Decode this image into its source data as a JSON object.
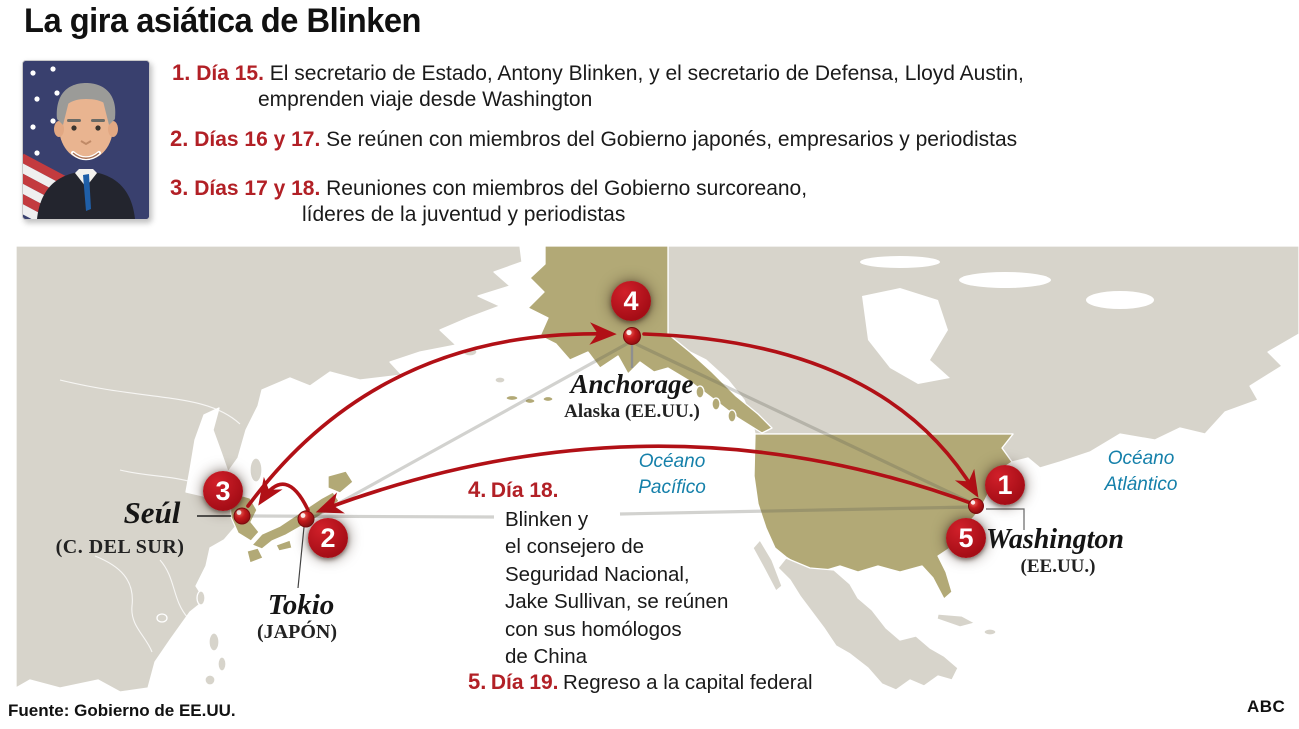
{
  "title": "La gira asiática de Blinken",
  "legend": {
    "items": [
      {
        "num": "1.",
        "days": "Día 15.",
        "line1": "El secretario de Estado, Antony Blinken,  y el secretario de Defensa, Lloyd Austin,",
        "line2": "emprenden viaje desde Washington"
      },
      {
        "num": "2.",
        "days": "Días 16 y 17.",
        "line1": "Se reúnen con miembros del Gobierno japonés, empresarios y periodistas",
        "line2": ""
      },
      {
        "num": "3.",
        "days": "Días 17 y 18.",
        "line1": "Reuniones con miembros del Gobierno surcoreano,",
        "line2": "líderes de la juventud y periodistas"
      }
    ]
  },
  "map": {
    "badges": [
      {
        "n": "1"
      },
      {
        "n": "2"
      },
      {
        "n": "3"
      },
      {
        "n": "4"
      },
      {
        "n": "5"
      }
    ],
    "cities": {
      "anchorage": {
        "name": "Anchorage",
        "sub": "Alaska (EE.UU.)"
      },
      "seoul": {
        "name": "Seúl",
        "sub": "(C. DEL SUR)"
      },
      "tokyo": {
        "name": "Tokio",
        "sub": "(JAPÓN)"
      },
      "washington": {
        "name": "Washington",
        "sub": "(EE.UU.)"
      }
    },
    "oceans": {
      "pacific": [
        "Océano",
        "Pacífico"
      ],
      "atlantic": [
        "Océano",
        "Atlántico"
      ]
    },
    "note4": {
      "num": "4.",
      "days": "Día 18.",
      "lines": [
        "Blinken y",
        "el consejero de",
        "Seguridad Nacional,",
        "Jake Sullivan, se reúnen",
        "con sus homólogos",
        "de China"
      ]
    },
    "note5": {
      "num": "5.",
      "days": "Día 19.",
      "text": "Regreso a la capital federal"
    }
  },
  "footer": {
    "source": "Fuente: Gobierno de EE.UU.",
    "credit": "ABC"
  },
  "colors": {
    "accent_red": "#b11016",
    "badge_red": "#a50d16",
    "land_gray": "#d7d4cb",
    "highlight_olive": "#b2a976",
    "ocean_label": "#1580aa"
  }
}
